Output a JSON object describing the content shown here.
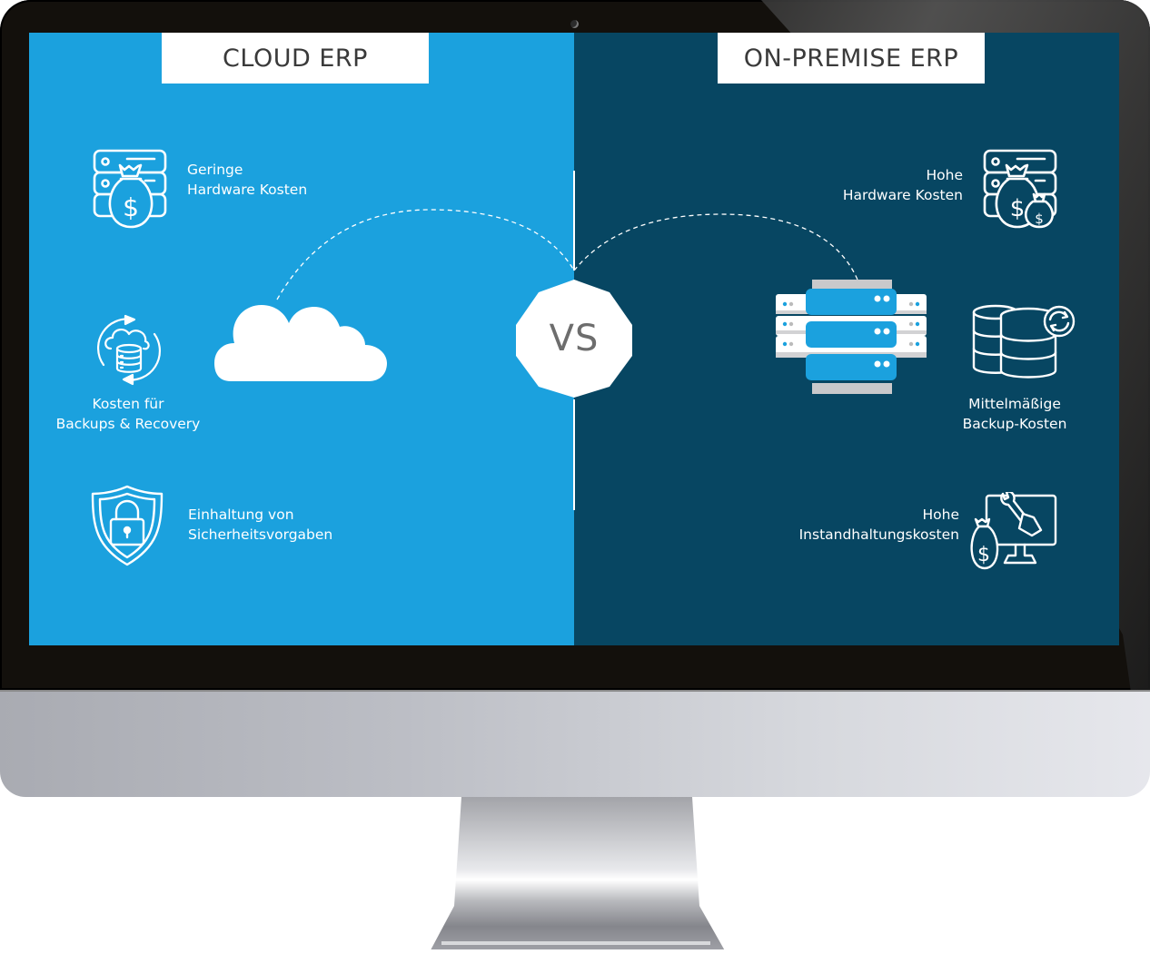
{
  "colors": {
    "cloud_side": "#1ba1de",
    "premise_side": "#074662",
    "title_text": "#3a3a3a",
    "vs_text": "#6d6d6d"
  },
  "cloud": {
    "title": "CLOUD ERP",
    "items": [
      {
        "icon": "server-money-bag-icon",
        "line1": "Geringe",
        "line2": "Hardware Kosten"
      },
      {
        "icon": "cloud-database-sync-icon",
        "line1": "Kosten für",
        "line2": "Backups & Recovery"
      },
      {
        "icon": "shield-lock-icon",
        "line1": "Einhaltung von",
        "line2": "Sicherheitsvorgaben"
      }
    ]
  },
  "vs_label": "VS",
  "premise": {
    "title": "ON-PREMISE ERP",
    "items": [
      {
        "icon": "server-money-bags-icon",
        "line1": "Hohe",
        "line2": "Hardware Kosten"
      },
      {
        "icon": "database-sync-icon",
        "line1": "Mittelmäßige",
        "line2": "Backup-Kosten"
      },
      {
        "icon": "maintenance-money-icon",
        "line1": "Hohe",
        "line2": "Instandhaltungskosten"
      }
    ]
  }
}
